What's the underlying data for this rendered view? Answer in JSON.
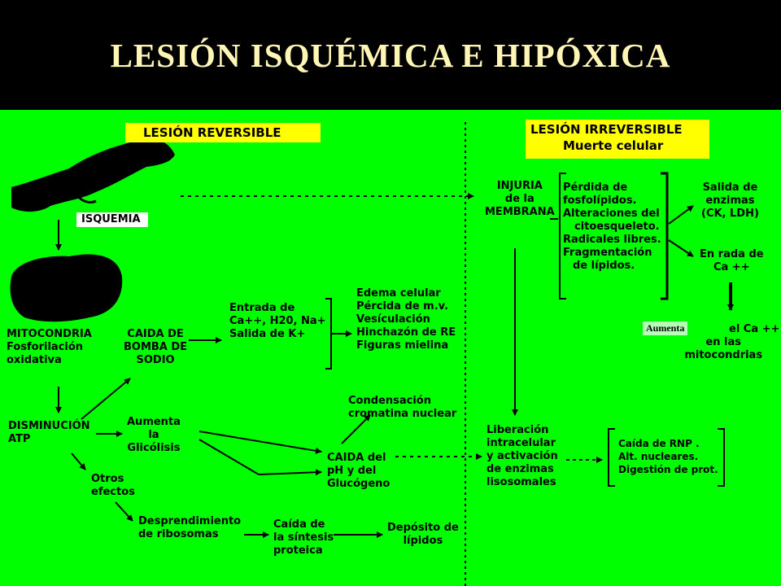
{
  "slide": {
    "title": "LESIÓN ISQUÉMICA E HIPÓXICA",
    "colors": {
      "background": "#00ff00",
      "header": "#000000",
      "title": "#fff6b6",
      "highlight": "#ffff00"
    }
  },
  "headings": {
    "reversible": "LESIÓN REVERSIBLE",
    "irreversible_1": "LESIÓN IRREVERSIBLE",
    "irreversible_2": "Muerte celular"
  },
  "nodes": {
    "isquemia": "ISQUEMIA",
    "mitocondria": [
      "MITOCONDRIA",
      "Fosforilación",
      "oxidativa"
    ],
    "caida_bomba": [
      "CAIDA DE",
      "BOMBA DE",
      "SODIO"
    ],
    "entrada": [
      "Entrada de",
      "Ca++, H20, Na+",
      "Salida de K+"
    ],
    "edema": [
      "Edema celular",
      "Pércida de m.v.",
      "Vesículación",
      "Hinchazón de RE",
      "Figuras mielina"
    ],
    "disminucion": [
      "DISMINUCIÓN",
      "ATP"
    ],
    "aumenta_glicolisis": [
      "Aumenta",
      "la",
      "Glicólisis"
    ],
    "condensacion": [
      "Condensación",
      "cromatina nuclear"
    ],
    "caida_ph": [
      "CAIDA del",
      "pH y del",
      "Glucógeno"
    ],
    "otros_efectos": [
      "Otros",
      "efectos"
    ],
    "desprendimiento": [
      "Desprendimiento",
      "de ribosomas"
    ],
    "caida_sintesis": [
      "Caída de",
      "la síntesis",
      "proteica"
    ],
    "deposito": [
      "Depósito de",
      "lípidos"
    ],
    "injuria": [
      "INJURIA",
      "de la",
      "MEMBRANA"
    ],
    "perdida": [
      "Pérdida de",
      "fosfolípidos.",
      "Alteraciones del",
      "citoesqueleto.",
      "Radicales libres.",
      "Fragmentación",
      "de lípidos."
    ],
    "salida_enzimas": [
      "Salida de",
      "enzimas",
      "(CK, LDH)"
    ],
    "entrada_ca": [
      "En rada de",
      "Ca ++"
    ],
    "aumenta_ca_tag": "Aumenta",
    "aumenta_ca": [
      "el Ca ++",
      "en las",
      "mitocondrias"
    ],
    "liberacion": [
      "Liberación",
      "intracelular",
      "y activación",
      "de enzimas",
      "lisosomales"
    ],
    "caida_rnp": [
      "Caída de RNP .",
      "Alt. nucleares.",
      "Digestión de prot."
    ]
  }
}
